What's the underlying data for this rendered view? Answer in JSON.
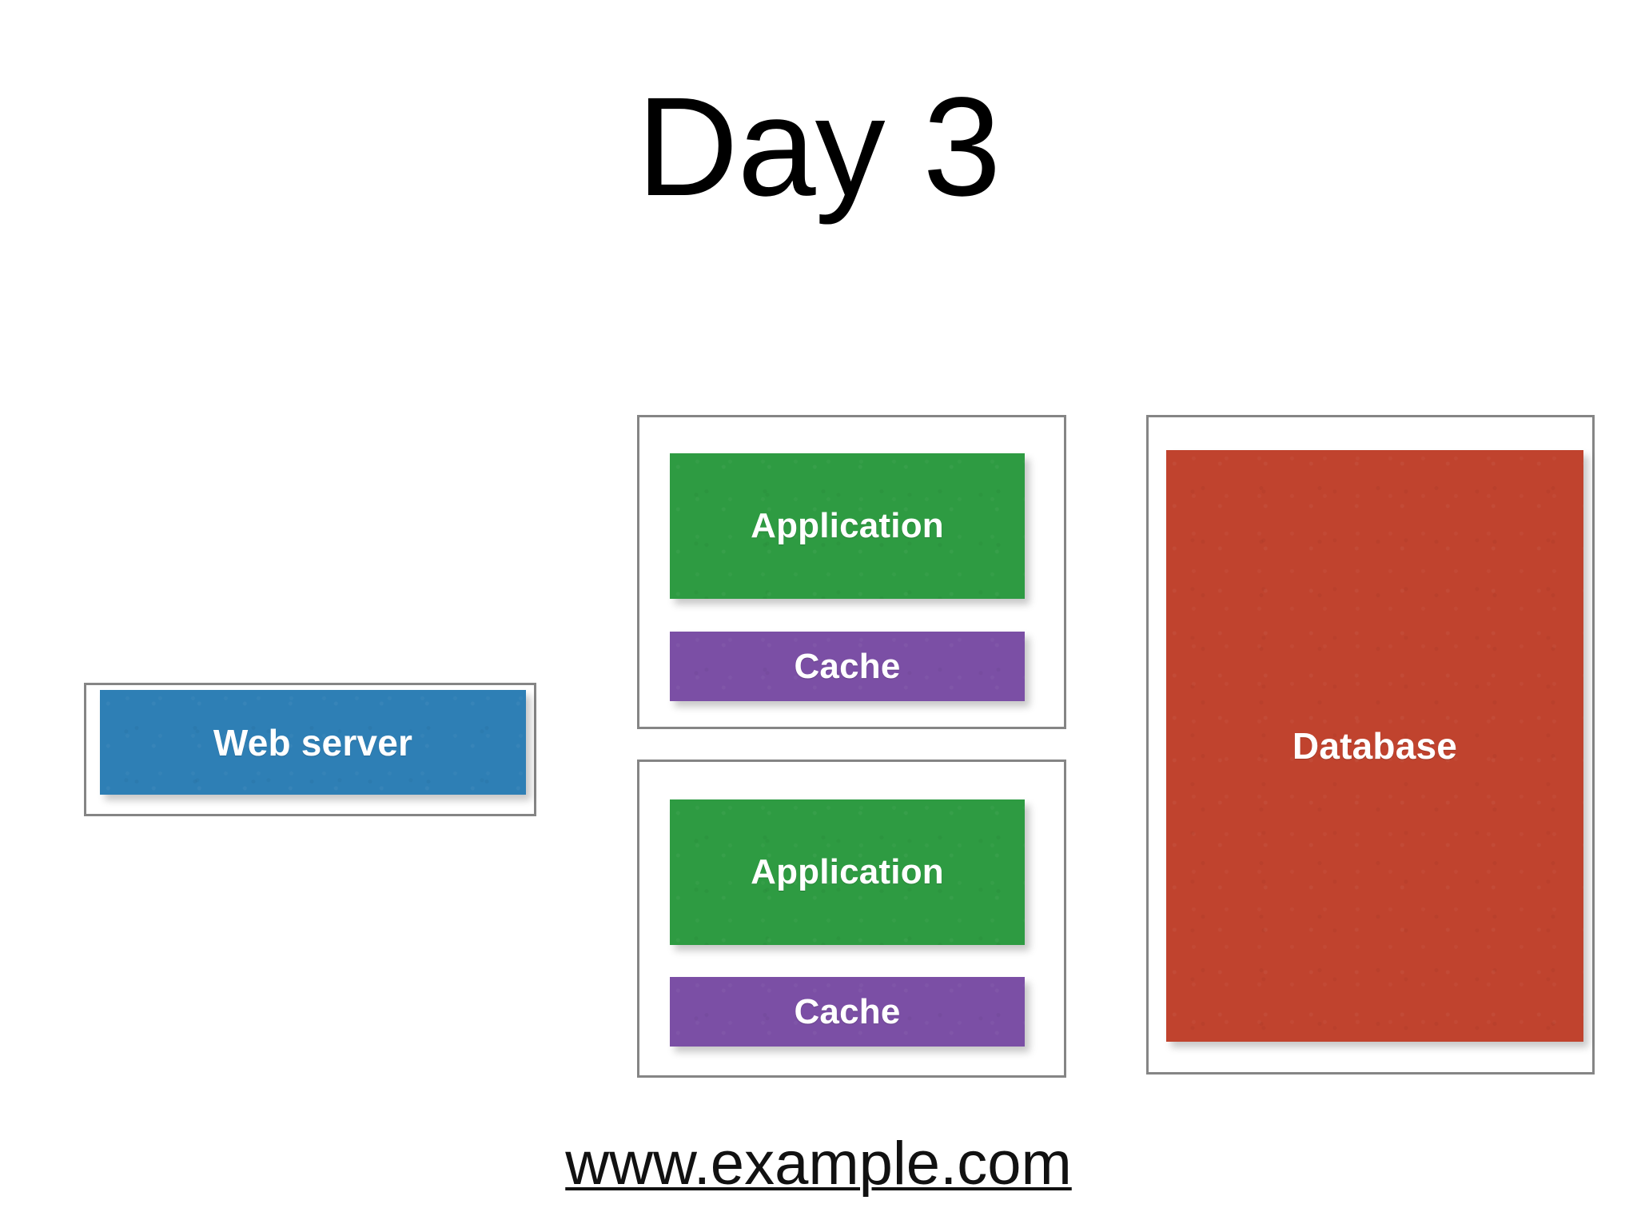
{
  "slide": {
    "title": "Day 3",
    "footer_url": "www.example.com",
    "background_color": "#ffffff"
  },
  "palette": {
    "web_server": "#2E7FB5",
    "application": "#2E9B42",
    "cache": "#7B4FA5",
    "database": "#C0432E",
    "container_border": "#858585",
    "label_text": "#ffffff",
    "title_text": "#000000"
  },
  "diagram": {
    "type": "architecture-tier-diagram",
    "tiers": [
      {
        "name": "web-tier",
        "hosts": [
          {
            "host_label": "",
            "components": [
              {
                "label": "Web server",
                "color": "#2E7FB5",
                "role": "web-server"
              }
            ]
          }
        ]
      },
      {
        "name": "application-tier",
        "hosts": [
          {
            "host_label": "",
            "components": [
              {
                "label": "Application",
                "color": "#2E9B42",
                "role": "application"
              },
              {
                "label": "Cache",
                "color": "#7B4FA5",
                "role": "cache"
              }
            ]
          },
          {
            "host_label": "",
            "components": [
              {
                "label": "Application",
                "color": "#2E9B42",
                "role": "application"
              },
              {
                "label": "Cache",
                "color": "#7B4FA5",
                "role": "cache"
              }
            ]
          }
        ]
      },
      {
        "name": "data-tier",
        "hosts": [
          {
            "host_label": "",
            "components": [
              {
                "label": "Database",
                "color": "#C0432E",
                "role": "database"
              }
            ]
          }
        ]
      }
    ]
  }
}
